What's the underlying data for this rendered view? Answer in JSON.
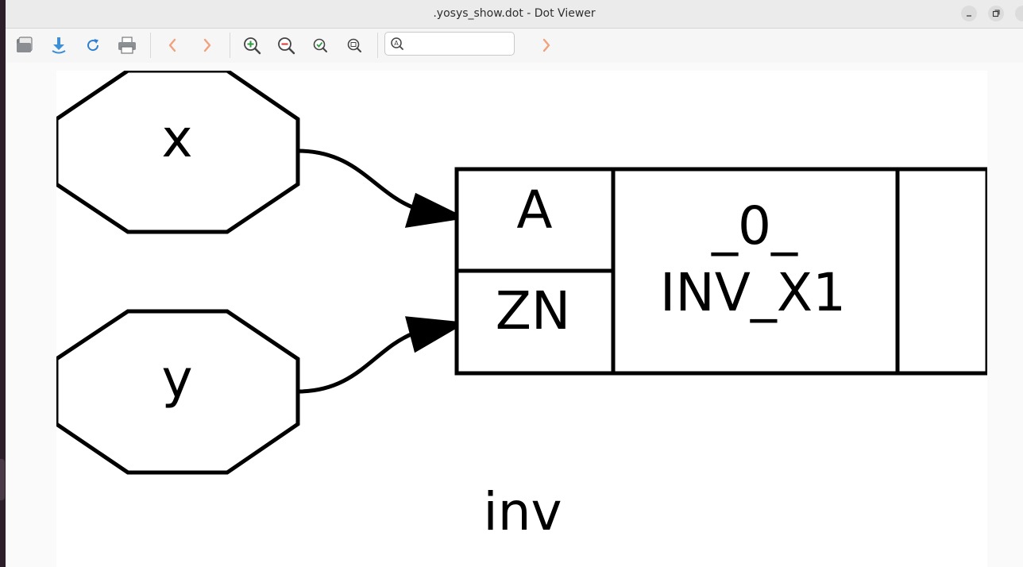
{
  "window": {
    "title": ".yosys_show.dot - Dot Viewer"
  },
  "toolbar": {
    "buttons": [
      "open-icon",
      "save-icon",
      "reload-icon",
      "print-icon",
      "back-icon",
      "forward-icon",
      "zoom-in-icon",
      "zoom-out-icon",
      "zoom-fit-icon",
      "zoom-100-icon",
      "find-next-icon"
    ],
    "search": {
      "value": "",
      "placeholder": ""
    }
  },
  "graph": {
    "nodes": {
      "x": "x",
      "y": "y"
    },
    "cell": {
      "port_a": "A",
      "port_zn": "ZN",
      "name": "_0_",
      "type": "INV_X1"
    },
    "module_label": "inv"
  }
}
